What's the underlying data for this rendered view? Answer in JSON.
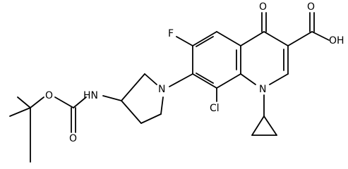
{
  "molecule": {
    "atoms": {
      "oxo_o": "O",
      "fluorine": "F",
      "acid_oh": "OH",
      "acid_o": "O",
      "ring_n": "N",
      "pyrrolidine_n": "N",
      "carbamate_nh": "HN",
      "ester_o": "O",
      "carbamate_o": "O",
      "chlorine": "Cl"
    }
  }
}
